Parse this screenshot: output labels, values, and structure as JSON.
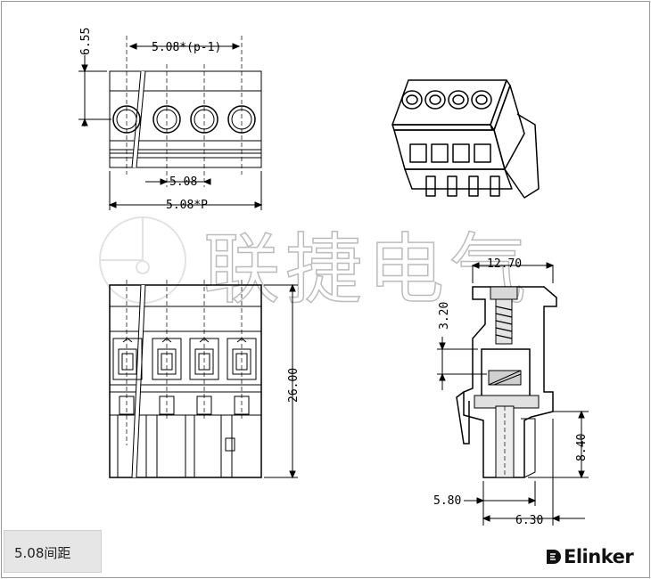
{
  "dimensions": {
    "pitch_formula": "5.08*(p-1)",
    "height_top": "6.55",
    "pitch": "5.08",
    "total_width": "5.08*P",
    "height_total": "26.00",
    "side_width": "12.70",
    "side_gap": "3.20",
    "side_depth": "8.40",
    "side_offset_a": "5.80",
    "side_offset_b": "6.30"
  },
  "watermark": "联捷电气",
  "caption": "5.08间距",
  "brand": {
    "name": "Elinker",
    "color": "#111111"
  }
}
